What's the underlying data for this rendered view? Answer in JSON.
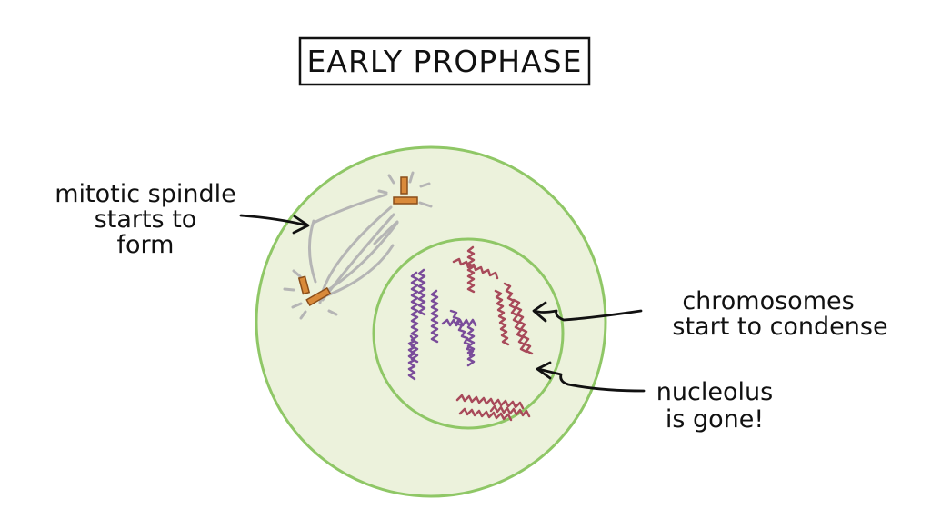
{
  "title": "EARLY PROPHASE",
  "labels": {
    "spindle": [
      "mitotic spindle",
      "starts to",
      "form"
    ],
    "chromosomes": [
      "chromosomes",
      "start to condense"
    ],
    "nucleolus": [
      "nucleolus",
      "is gone!"
    ]
  },
  "colors": {
    "cell_fill": "#ecf2dc",
    "cell_border": "#8fc766",
    "nucleus_fill": "#ecf2dc",
    "chromosome_purple": "#7a4c9a",
    "chromosome_red": "#a84a5a",
    "spindle_fiber": "#b5b5b5",
    "centrosome": "#d98a3a"
  }
}
